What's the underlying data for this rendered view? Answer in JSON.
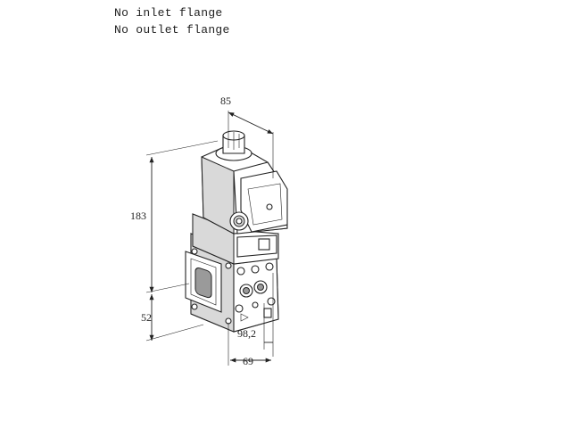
{
  "notes": {
    "line1": "No inlet flange",
    "line2": "No outlet flange"
  },
  "dimensions": {
    "top_width": "85",
    "height": "183",
    "lower_height": "52",
    "front_depth": "98,2",
    "bottom_width": "69"
  }
}
